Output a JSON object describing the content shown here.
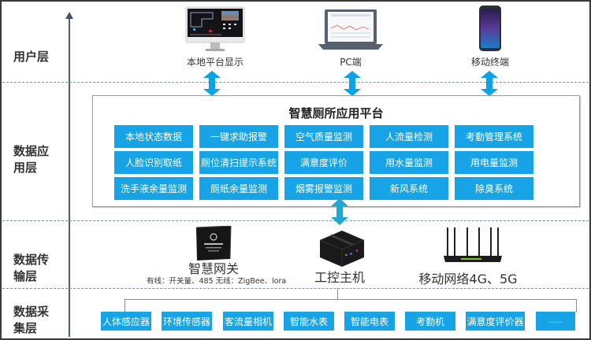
{
  "layers": [
    {
      "id": "user",
      "label": "用户层"
    },
    {
      "id": "application",
      "label": "数据应\n用层",
      "lines": [
        "数据应",
        "用层"
      ]
    },
    {
      "id": "transmission",
      "label": "数据传\n输层",
      "lines": [
        "数据传",
        "输层"
      ]
    },
    {
      "id": "collection",
      "label": "数据采\n集层",
      "lines": [
        "数据采",
        "集层"
      ]
    }
  ],
  "user_layer": {
    "devices": [
      {
        "label": "本地平台显示",
        "icon": "desktop-monitor-icon"
      },
      {
        "label": "PC端",
        "icon": "laptop-icon"
      },
      {
        "label": "移动终端",
        "icon": "smartphone-icon"
      }
    ]
  },
  "platform": {
    "title": "智慧厕所应用平台",
    "modules": [
      [
        "本地状态数据",
        "一键求助报警",
        "空气质量监测",
        "人流量检测",
        "考勤管理系统"
      ],
      [
        "人脸识别取纸",
        "厕位清扫提示系统",
        "满意度评价",
        "用水量监测",
        "用电量监测"
      ],
      [
        "洗手液余量监测",
        "厕纸余量监测",
        "烟雾报警监测",
        "新风系统",
        "除臭系统"
      ]
    ]
  },
  "transmission_layer": {
    "gateway": {
      "label": "智慧网关",
      "sublabel": "有线：开关量、485 无线：ZigBee、lora",
      "icon": "gateway-icon"
    },
    "industrial_pc": {
      "label": "工控主机",
      "icon": "industrial-pc-icon"
    },
    "mobile_network": {
      "label": "移动网络4G、5G",
      "icon": "router-icon"
    }
  },
  "collection_layer": {
    "sensors": [
      "人体感应器",
      "环境传感器",
      "客流量相机",
      "智能水表",
      "智能电表",
      "考勤机",
      "满意度评价器",
      "......"
    ]
  },
  "colors": {
    "module_blue": "#17a4e6",
    "arrow_blue": "#0aa3e8",
    "axis": "#4a5e78",
    "divider": "#7d8ea6"
  }
}
